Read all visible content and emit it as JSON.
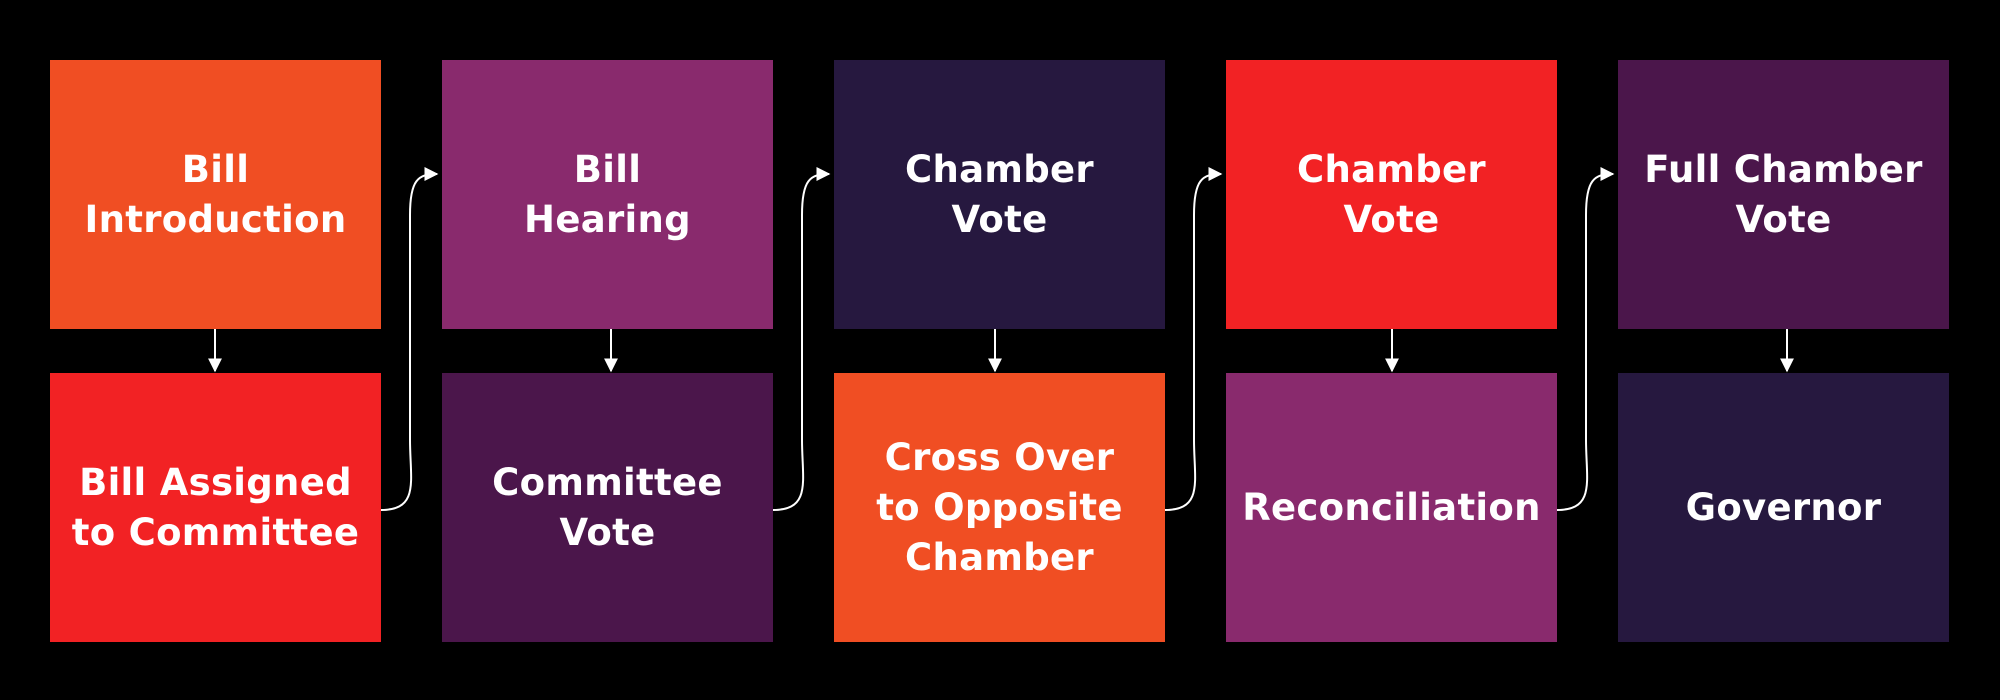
{
  "stages": [
    {
      "top": {
        "label": "Bill\nIntroduction",
        "color": "#f04e23"
      },
      "bottom": {
        "label": "Bill Assigned\nto Committee",
        "color": "#f22224"
      }
    },
    {
      "top": {
        "label": "Bill\nHearing",
        "color": "#892a6d"
      },
      "bottom": {
        "label": "Committee\nVote",
        "color": "#4b164b"
      }
    },
    {
      "top": {
        "label": "Chamber\nVote",
        "color": "#26183f"
      },
      "bottom": {
        "label": "Cross Over\nto Opposite\nChamber",
        "color": "#f04e23"
      }
    },
    {
      "top": {
        "label": "Chamber\nVote",
        "color": "#f22224"
      },
      "bottom": {
        "label": "Reconciliation",
        "color": "#892a6d"
      }
    },
    {
      "top": {
        "label": "Full Chamber\nVote",
        "color": "#4b164b"
      },
      "bottom": {
        "label": "Governor",
        "color": "#26183f"
      }
    }
  ],
  "arrow_color": "#ffffff",
  "background": "#000000"
}
